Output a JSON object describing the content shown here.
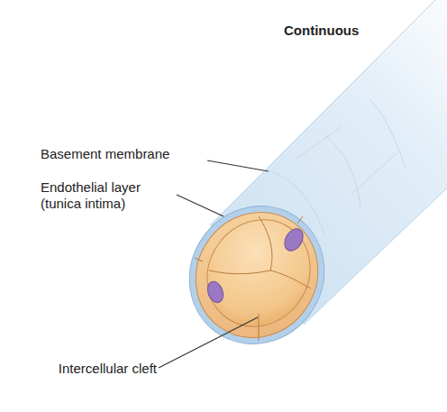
{
  "diagram": {
    "title": "Continuous",
    "labels": [
      "Basement membrane",
      "Endothelial layer (tunica intima)",
      "Intercellular cleft"
    ]
  }
}
